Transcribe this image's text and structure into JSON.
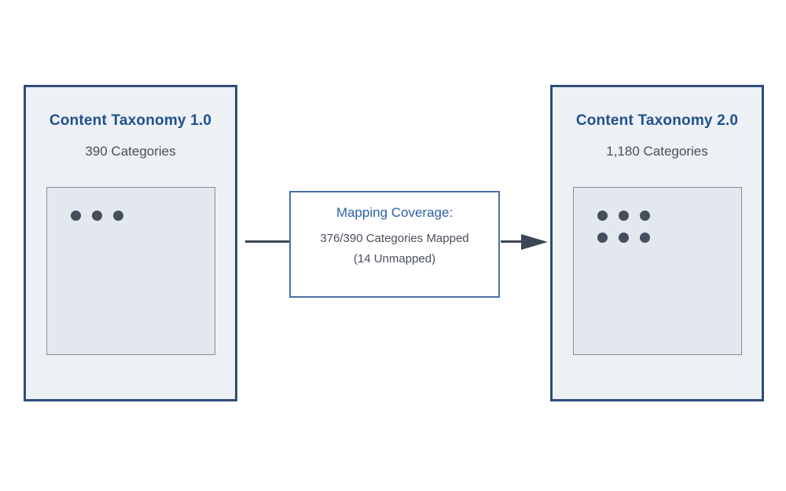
{
  "colors": {
    "page_bg": "#ffffff",
    "panel_bg": "#edf1f6",
    "panel_border": "#2e4d7b",
    "title_blue": "#21508f",
    "text_gray": "#49505a",
    "inner_bg": "#e3e7ee",
    "inner_border": "#8a8e94",
    "dot": "#454e5c",
    "mapping_bg": "#ffffff",
    "mapping_border": "#4a72a4",
    "mapping_title": "#2d62a8",
    "arrow": "#3d4654"
  },
  "source_panel": {
    "title": "Content Taxonomy 1.0",
    "subtitle": "390 Categories",
    "dot_count": 3
  },
  "mapping_box": {
    "title": "Mapping Coverage:",
    "line1": "376/390 Categories Mapped",
    "line2": "(14 Unmapped)"
  },
  "target_panel": {
    "title": "Content Taxonomy 2.0",
    "subtitle": "1,180 Categories",
    "dot_count": 6
  }
}
